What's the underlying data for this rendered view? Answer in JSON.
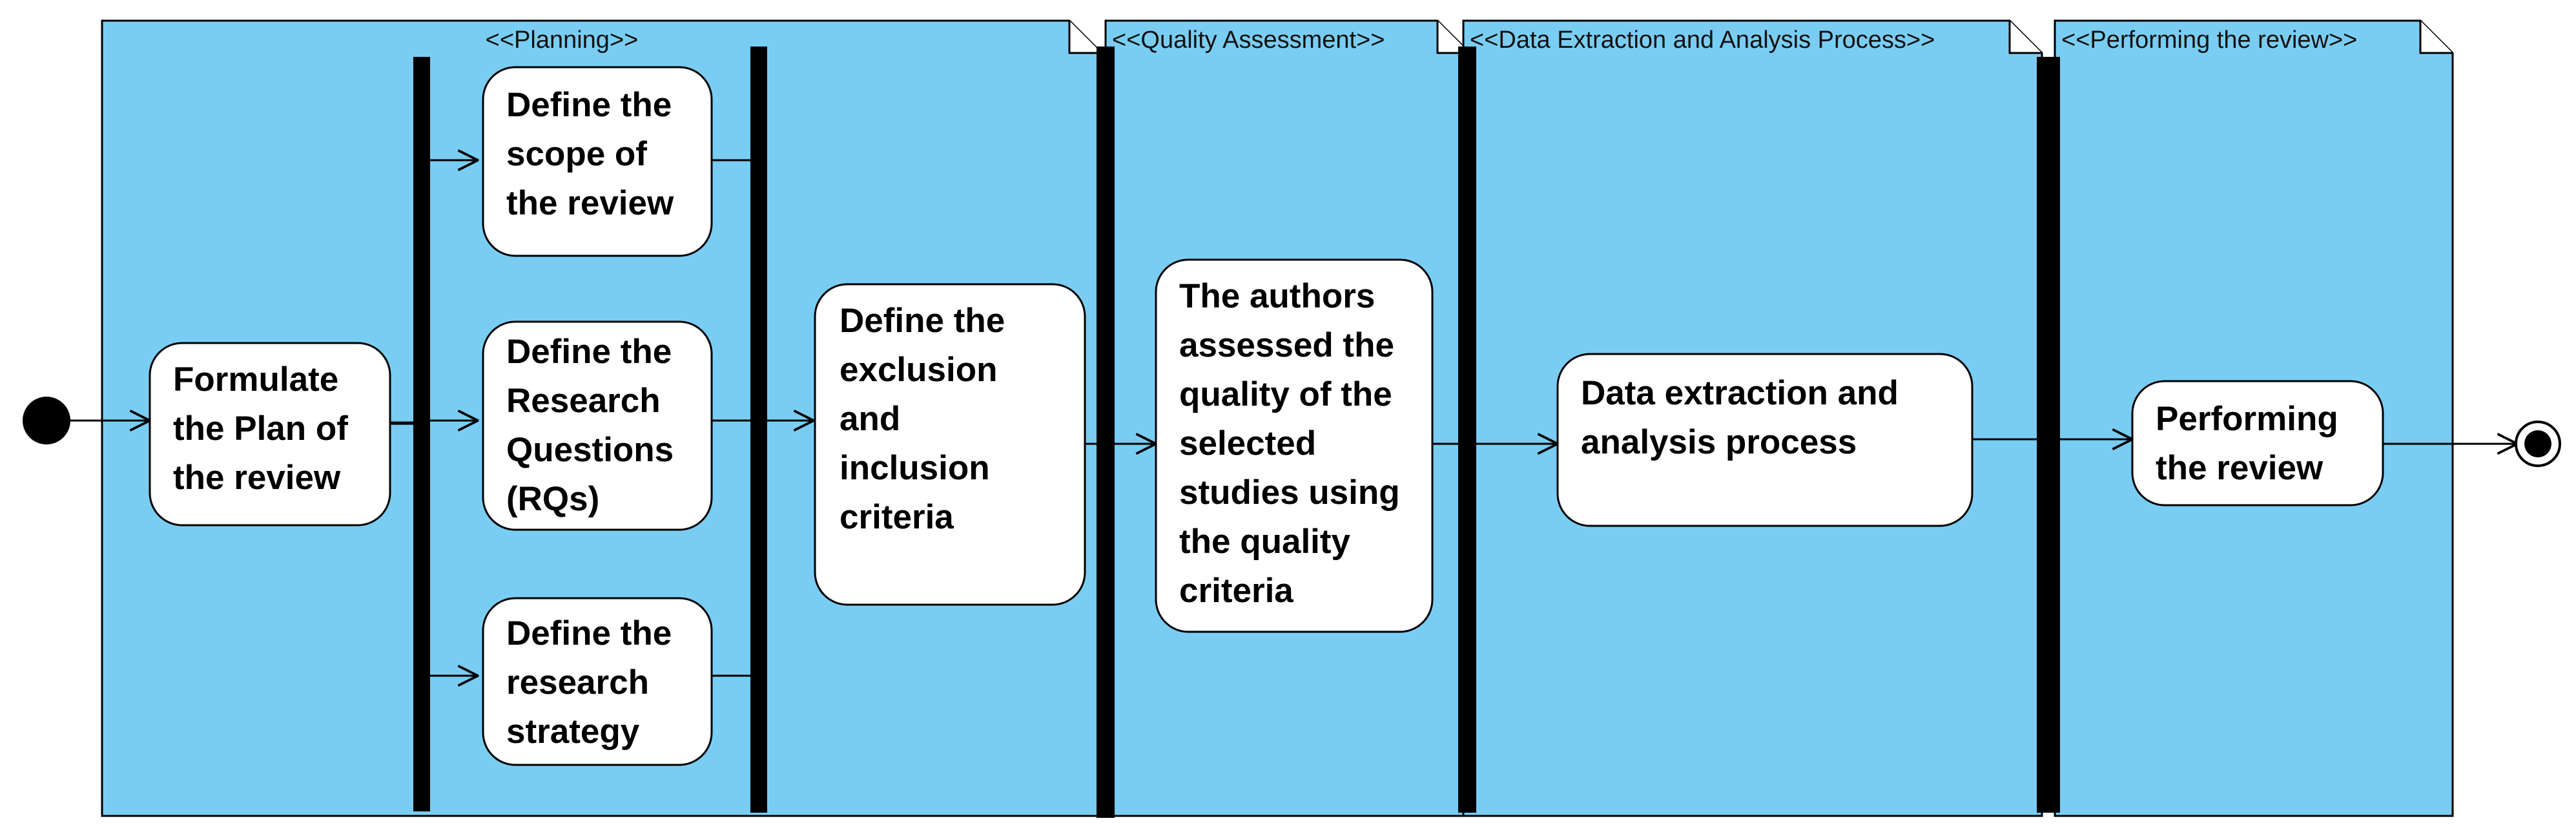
{
  "colors": {
    "package_fill": "#7acdf2",
    "outline": "#000000",
    "node_fill": "#ffffff",
    "bar": "#000000"
  },
  "packages": [
    {
      "id": "planning",
      "stereotype": "<<Planning>>"
    },
    {
      "id": "quality",
      "stereotype": "<<Quality Assessment>>"
    },
    {
      "id": "extraction",
      "stereotype": "<<Data Extraction and Analysis Process>>"
    },
    {
      "id": "performing",
      "stereotype": "<<Performing the review>>"
    }
  ],
  "activities": [
    {
      "id": "formulate",
      "lines": [
        "Formulate",
        "the Plan of",
        "the review"
      ]
    },
    {
      "id": "scope",
      "lines": [
        "Define the",
        "scope of",
        "the review"
      ]
    },
    {
      "id": "rqs",
      "lines": [
        "Define the",
        "Research",
        "Questions",
        "(RQs)"
      ]
    },
    {
      "id": "strategy",
      "lines": [
        "Define the",
        "research",
        "strategy"
      ]
    },
    {
      "id": "criteria",
      "lines": [
        "Define the",
        "exclusion",
        "and",
        "inclusion",
        "criteria"
      ]
    },
    {
      "id": "assess",
      "lines": [
        "The authors",
        "assessed the",
        "quality of the",
        "selected",
        "studies using",
        "the quality",
        "criteria"
      ]
    },
    {
      "id": "extract",
      "lines": [
        "Data extraction and",
        "analysis process"
      ]
    },
    {
      "id": "perform",
      "lines": [
        "Performing",
        "the review"
      ]
    }
  ],
  "nodes": {
    "initial": "initial-node",
    "final": "final-node"
  }
}
